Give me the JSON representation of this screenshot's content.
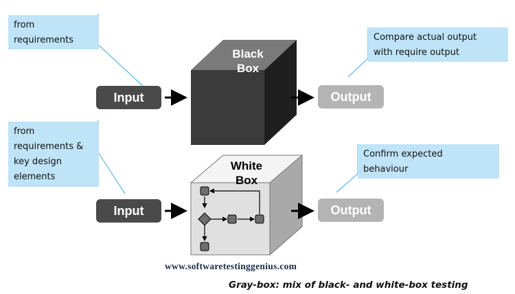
{
  "notes": {
    "black_input_source": [
      "from",
      "requirements"
    ],
    "black_output_note": [
      "Compare actual output",
      "with require output"
    ],
    "white_input_source": [
      "from",
      "requirements &",
      "key design",
      "elements"
    ],
    "white_output_note": [
      "Confirm expected",
      "behaviour"
    ]
  },
  "black_box": {
    "title": [
      "Black",
      "Box"
    ],
    "input_label": "Input",
    "output_label": "Output"
  },
  "white_box": {
    "title": [
      "White",
      "Box"
    ],
    "input_label": "Input",
    "output_label": "Output"
  },
  "watermark": "www.softwaretestinggenius.com",
  "caption": "Gray-box: mix of black- and white-box testing",
  "colors": {
    "note_fill": "#bfe3f7",
    "note_line": "#5bb8e6",
    "input_fill": "#4a4a4a",
    "output_fill": "#b4b4b4",
    "black_box_front": "#3b3b3b",
    "white_box_front": "#e0e0e0"
  }
}
